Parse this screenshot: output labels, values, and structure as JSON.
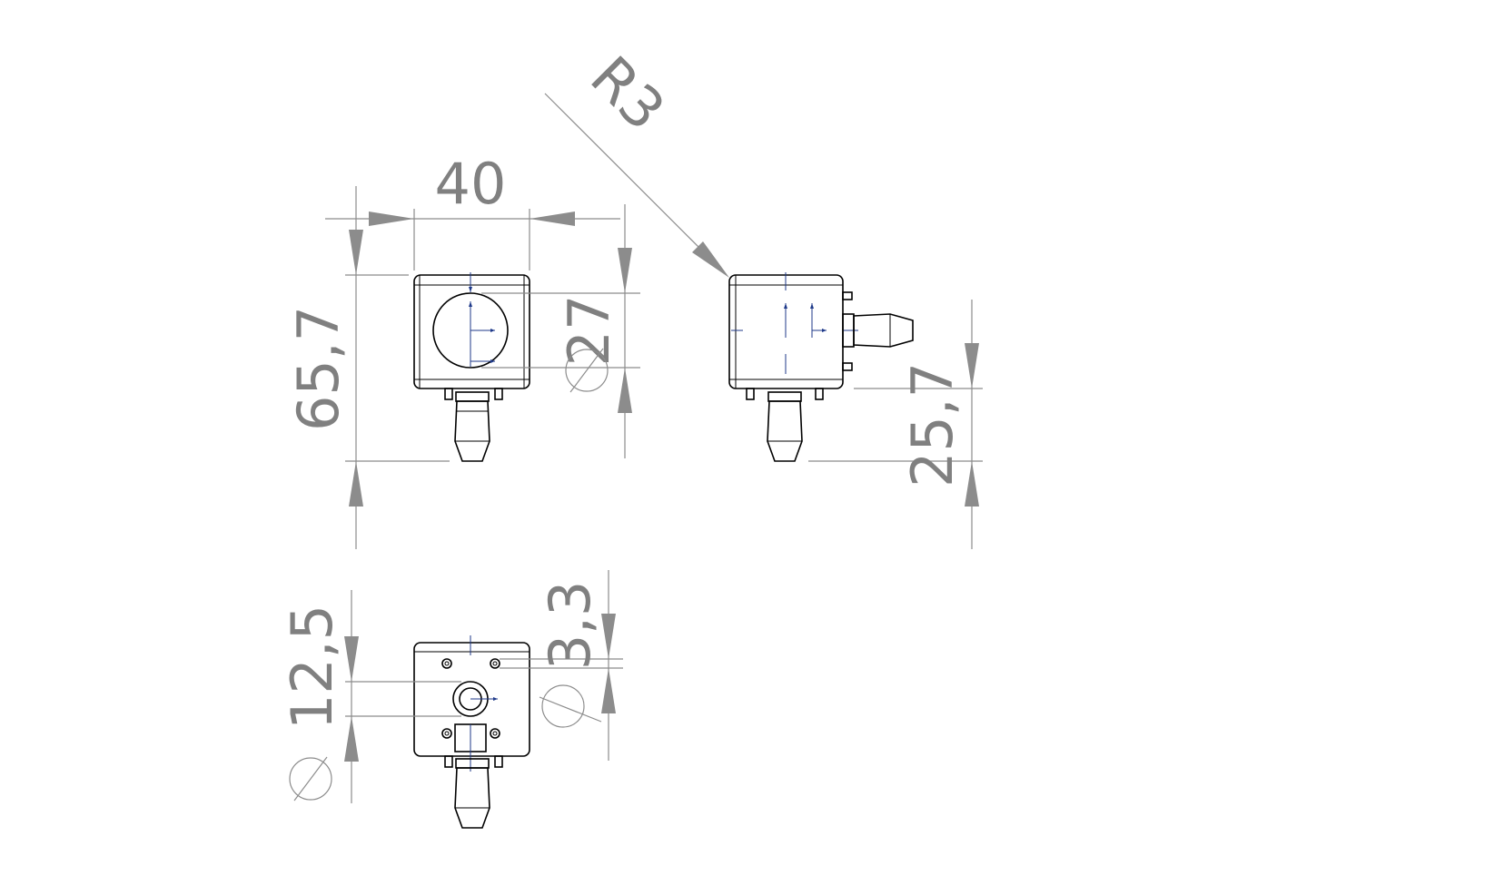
{
  "drawing": {
    "dimensions": {
      "width_front": "40",
      "height_overall": "65,7",
      "bore_diameter": "27",
      "fillet_radius": "R3",
      "nozzle_height": "25,7",
      "port_spacing": "12,5",
      "offset": "3,3"
    },
    "diameter_symbol": "⌀"
  }
}
